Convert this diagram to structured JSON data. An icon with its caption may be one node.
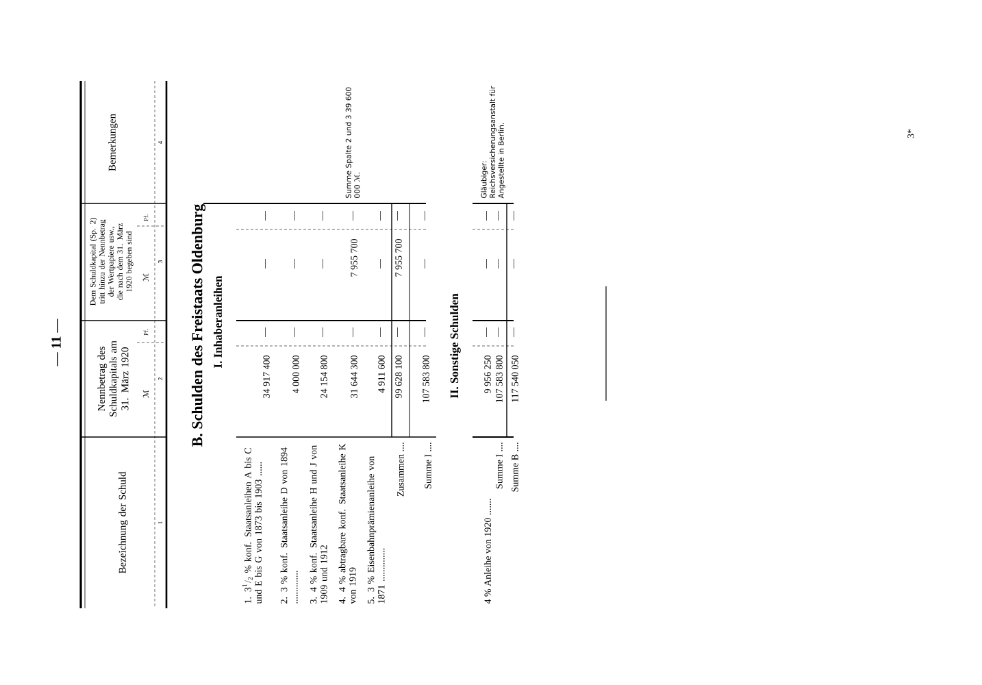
{
  "diagram": {
    "title": "B. Schulden des Freistaats Oldenburg",
    "labels": [
      "— 11 —",
      "Bezeichnung der Schuld",
      "Nennbetrag des Schuldkapitals am 31. März 1920",
      "Dem Schuldkapital (Sp. 2) tritt hinzu der Nennbetrag der Wertpapiere usw., die nach dem 31. März 1920 begeben sind",
      "Bemerkungen",
      "ℳ",
      "Pf.",
      "ℳ",
      "Pf.",
      "1",
      "2",
      "3",
      "4",
      "I. Inhaberanleihen",
      "1. 3$^{1}$/$_{2}$ % konf. Staatsanleihen A bis C und E bis G von 1873 bis 1903 ......",
      "34 917 400",
      "—",
      "—",
      "—",
      "2. 3 % konf. Staatsanleihe D von 1894 ..............",
      "4 000 000",
      "—",
      "—",
      "—",
      "3. 4 % konf. Staatsanleihe H und J von 1909 und 1912",
      "24 154 800",
      "—",
      "—",
      "—",
      "4. 4 % abtragbare konf. Staatsanleihe K von 1919",
      "31 644 300",
      "—",
      "7 955 700",
      "—",
      "Summe Spalte 2 und 3 39 600 000 ℳ.",
      "5. 3 % Eisenbahnprämienanleihe von 1871 ..............",
      "4 911 600",
      "—",
      "—",
      "—",
      "Zusammen ....",
      "99 628 100",
      "—",
      "7 955 700",
      "—",
      "Summe I ....",
      "107 583 800",
      "—",
      "—",
      "—",
      "II. Sonstige Schulden",
      "4 % Anleihe von 1920 .......",
      "9 956 250",
      "—",
      "—",
      "—",
      "Gläubiger: Reichsversicherungsanstalt für Angestellte in Berlin.",
      "Summe I ....",
      "107 583 800",
      "—",
      "—",
      "—",
      "Summe B ....",
      "117 540 050",
      "—",
      "—",
      "—",
      "3*"
    ]
  }
}
